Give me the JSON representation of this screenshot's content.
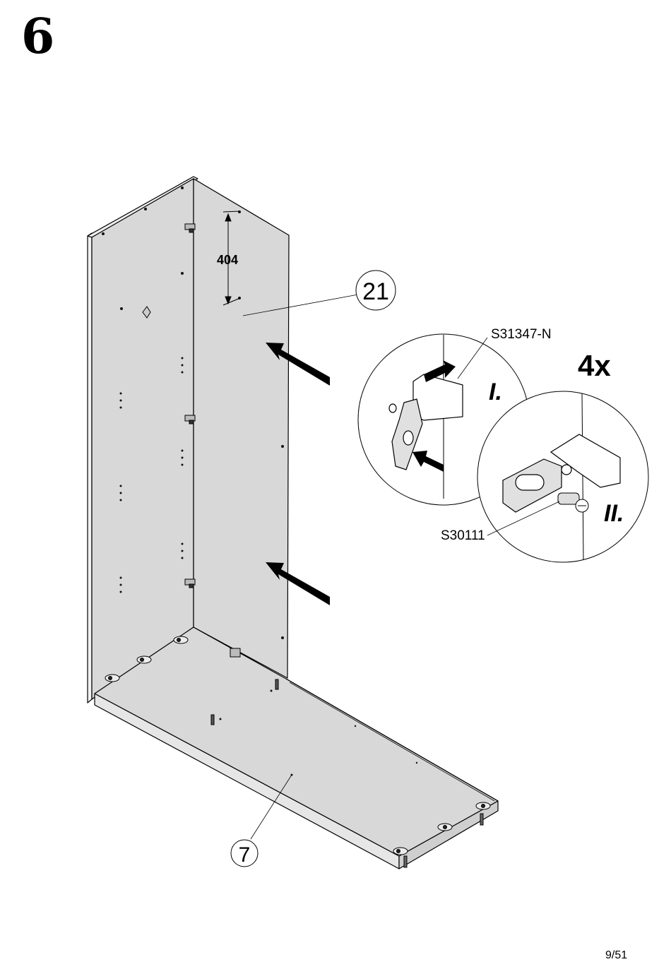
{
  "step": {
    "number": "6"
  },
  "dimension": {
    "value": "404"
  },
  "parts": [
    {
      "id": "21"
    },
    {
      "id": "7"
    }
  ],
  "hardware": [
    {
      "code": "S31347-N"
    },
    {
      "code": "S30111"
    }
  ],
  "detail_steps": [
    "I.",
    "II."
  ],
  "quantity": "4x",
  "page_number": "9/51",
  "colors": {
    "panel_fill": "#d8d8d8",
    "line": "#000000",
    "background": "#ffffff"
  },
  "icons": [
    "arrow-icon",
    "cam-fitting-icon",
    "dowel-screw-icon"
  ]
}
